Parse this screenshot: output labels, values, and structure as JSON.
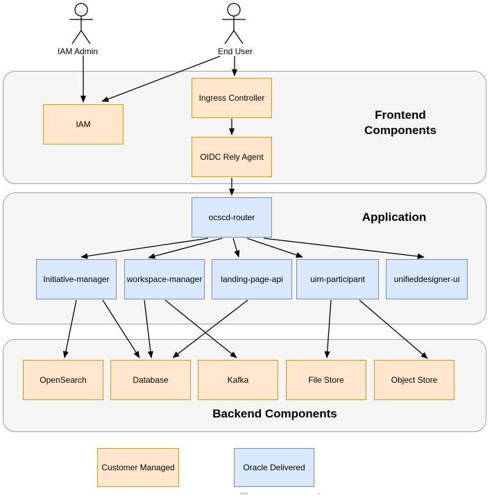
{
  "diagram": {
    "actors": [
      {
        "id": "iam-admin",
        "label": "IAM Admin"
      },
      {
        "id": "end-user",
        "label": "End User"
      }
    ],
    "containers": [
      {
        "id": "frontend",
        "label": "Frontend\nComponents"
      },
      {
        "id": "application",
        "label": "Application"
      },
      {
        "id": "backend",
        "label": "Backend Components"
      }
    ],
    "nodes": [
      {
        "id": "iam",
        "label": "IAM",
        "type": "customer-managed"
      },
      {
        "id": "ingress-controller",
        "label": "Ingress Controller",
        "type": "customer-managed"
      },
      {
        "id": "oidc-rely-agent",
        "label": "OIDC Rely Agent",
        "type": "customer-managed"
      },
      {
        "id": "ocscd-router",
        "label": "ocscd-router",
        "type": "oracle-delivered"
      },
      {
        "id": "initiative-manager",
        "label": "Initiative-manager",
        "type": "oracle-delivered"
      },
      {
        "id": "workspace-manager",
        "label": "workspace-manager",
        "type": "oracle-delivered"
      },
      {
        "id": "landing-page-api",
        "label": "landing-page-api",
        "type": "oracle-delivered"
      },
      {
        "id": "uim-participant",
        "label": "uim-participant",
        "type": "oracle-delivered"
      },
      {
        "id": "unifieddesigner-ui",
        "label": "unifieddesigner-ui",
        "type": "oracle-delivered"
      },
      {
        "id": "opensearch",
        "label": "OpenSearch",
        "type": "customer-managed"
      },
      {
        "id": "database",
        "label": "Database",
        "type": "customer-managed"
      },
      {
        "id": "kafka",
        "label": "Kafka",
        "type": "customer-managed"
      },
      {
        "id": "file-store",
        "label": "File Store",
        "type": "customer-managed"
      },
      {
        "id": "object-store",
        "label": "Object Store",
        "type": "customer-managed"
      }
    ],
    "edges": [
      {
        "from": "iam-admin",
        "to": "iam"
      },
      {
        "from": "end-user",
        "to": "iam"
      },
      {
        "from": "end-user",
        "to": "ingress-controller"
      },
      {
        "from": "ingress-controller",
        "to": "oidc-rely-agent"
      },
      {
        "from": "oidc-rely-agent",
        "to": "ocscd-router"
      },
      {
        "from": "ocscd-router",
        "to": "initiative-manager"
      },
      {
        "from": "ocscd-router",
        "to": "workspace-manager"
      },
      {
        "from": "ocscd-router",
        "to": "landing-page-api"
      },
      {
        "from": "ocscd-router",
        "to": "uim-participant"
      },
      {
        "from": "ocscd-router",
        "to": "unifieddesigner-ui"
      },
      {
        "from": "initiative-manager",
        "to": "opensearch"
      },
      {
        "from": "initiative-manager",
        "to": "database"
      },
      {
        "from": "workspace-manager",
        "to": "database"
      },
      {
        "from": "workspace-manager",
        "to": "kafka"
      },
      {
        "from": "landing-page-api",
        "to": "database"
      },
      {
        "from": "uim-participant",
        "to": "file-store"
      },
      {
        "from": "uim-participant",
        "to": "object-store"
      }
    ],
    "legend": [
      {
        "label": "Customer Managed",
        "type": "customer-managed"
      },
      {
        "label": "Oracle Delivered",
        "type": "oracle-delivered"
      }
    ],
    "colors": {
      "customer_managed_fill": "#ffe6cc",
      "customer_managed_stroke": "#d79b00",
      "oracle_delivered_fill": "#dae8fc",
      "oracle_delivered_stroke": "#6c8ebf",
      "container_fill": "#f5f5f5",
      "container_stroke": "#9e9e9e",
      "arrow": "#000000"
    }
  }
}
